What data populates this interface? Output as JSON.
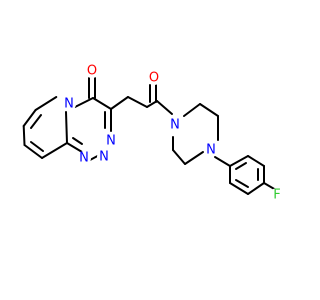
{
  "figure_type": "chemical-structure",
  "colors": {
    "background": "#ffffff",
    "bond": "#000000",
    "nitrogen": "#0000ff",
    "oxygen": "#ff0000",
    "fluorine": "#33cc33"
  },
  "atom_labels": {
    "carbonyl_oxygen_1": "O",
    "carbonyl_oxygen_2": "O",
    "ring_nitrogen_bridgehead": "N",
    "triazine_nitrogen_1": "N",
    "triazine_nitrogen_2": "N",
    "triazine_nitrogen_3": "N",
    "piperazine_nitrogen_1": "N",
    "piperazine_nitrogen_2": "N",
    "fluorine": "F"
  }
}
